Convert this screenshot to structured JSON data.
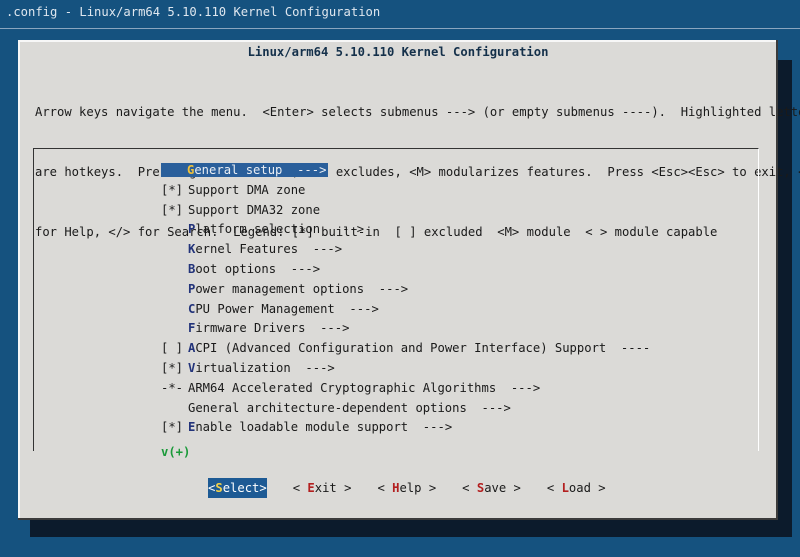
{
  "window": {
    "title": ".config - Linux/arm64 5.10.110 Kernel Configuration"
  },
  "dialog": {
    "title": "Linux/arm64 5.10.110 Kernel Configuration",
    "help_lines": [
      "Arrow keys navigate the menu.  <Enter> selects submenus ---> (or empty submenus ----).  Highlighted letters",
      "are hotkeys.  Pressing <Y> includes, <N> excludes, <M> modularizes features.  Press <Esc><Esc> to exit, <?>",
      "for Help, </> for Search.  Legend: [*] built-in  [ ] excluded  <M> module  < > module capable"
    ]
  },
  "menu": {
    "items": [
      {
        "mark": "",
        "hotkey": "G",
        "rest": "eneral setup  --->",
        "selected": true
      },
      {
        "mark": "[*]",
        "hotkey": "",
        "rest": "Support DMA zone"
      },
      {
        "mark": "[*]",
        "hotkey": "",
        "rest": "Support DMA32 zone"
      },
      {
        "mark": "",
        "hotkey": "P",
        "rest": "latform selection  --->"
      },
      {
        "mark": "",
        "hotkey": "K",
        "rest": "ernel Features  --->"
      },
      {
        "mark": "",
        "hotkey": "B",
        "rest": "oot options  --->"
      },
      {
        "mark": "",
        "hotkey": "P",
        "rest": "ower management options  --->"
      },
      {
        "mark": "",
        "hotkey": "C",
        "rest": "PU Power Management  --->"
      },
      {
        "mark": "",
        "hotkey": "F",
        "rest": "irmware Drivers  --->"
      },
      {
        "mark": "[ ]",
        "hotkey": "A",
        "rest": "CPI (Advanced Configuration and Power Interface) Support  ----"
      },
      {
        "mark": "[*]",
        "hotkey": "V",
        "rest": "irtualization  --->"
      },
      {
        "mark": "-*-",
        "hotkey": "",
        "rest": "ARM64 Accelerated Cryptographic Algorithms  --->"
      },
      {
        "mark": "",
        "hotkey": "",
        "rest": "General architecture-dependent options  --->"
      },
      {
        "mark": "[*]",
        "hotkey": "E",
        "rest": "nable loadable module support  --->"
      }
    ],
    "more_indicator": "v(+)"
  },
  "buttons": [
    {
      "pre": "<",
      "hotkey": "S",
      "post": "elect>",
      "active": true
    },
    {
      "pre": "< ",
      "hotkey": "E",
      "post": "xit >",
      "active": false
    },
    {
      "pre": "< ",
      "hotkey": "H",
      "post": "elp >",
      "active": false
    },
    {
      "pre": "< ",
      "hotkey": "S",
      "post": "ave >",
      "active": false
    },
    {
      "pre": "< ",
      "hotkey": "L",
      "post": "oad >",
      "active": false
    }
  ],
  "colors": {
    "background": "#15527f",
    "dialog": "#dbdad7",
    "selection": "#2a5f9b",
    "hotkey_selected": "#f1c23a",
    "more_indicator": "#1b9a3a",
    "button_hotkey": "#b31f1f"
  }
}
